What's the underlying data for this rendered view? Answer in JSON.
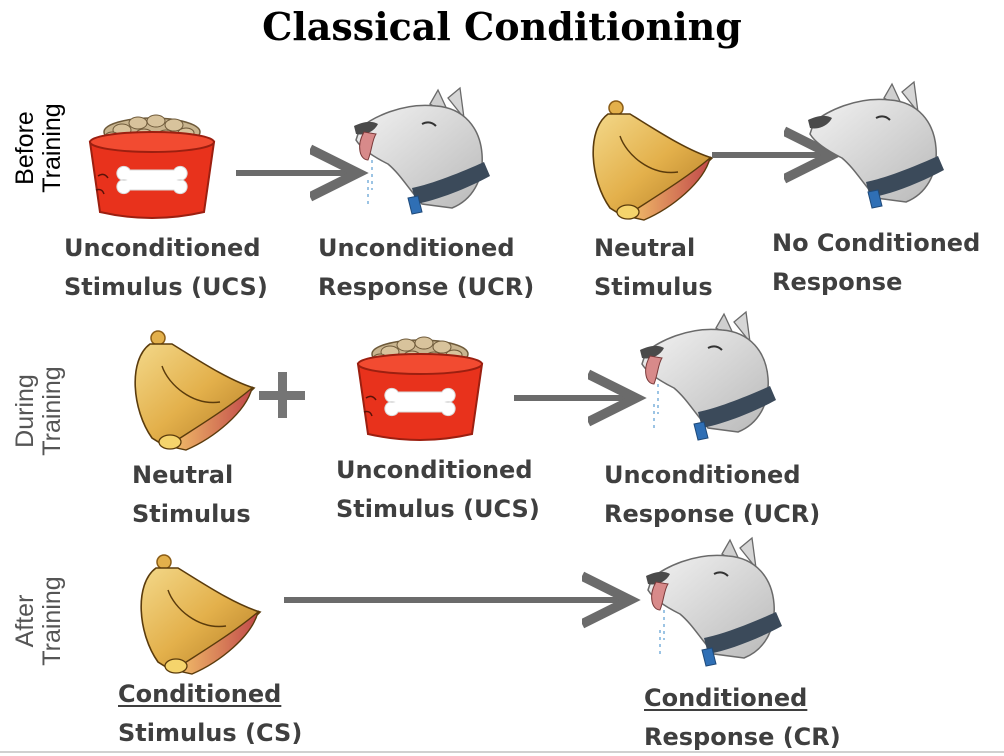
{
  "title": "Classical Conditioning",
  "rows": {
    "before": {
      "label_line1": "Before",
      "label_line2": "Training",
      "ucs": {
        "line1": "Unconditioned",
        "line2": "Stimulus (UCS)"
      },
      "ucr": {
        "line1": "Unconditioned",
        "line2": "Response (UCR)"
      },
      "ns": {
        "line1": "Neutral",
        "line2": "Stimulus"
      },
      "ncr": {
        "line1": "No Conditioned",
        "line2": "Response"
      }
    },
    "during": {
      "label_line1": "During",
      "label_line2": "Training",
      "ns": {
        "line1": "Neutral",
        "line2": "Stimulus"
      },
      "ucs": {
        "line1": "Unconditioned",
        "line2": "Stimulus (UCS)"
      },
      "ucr": {
        "line1": "Unconditioned",
        "line2": "Response (UCR)"
      }
    },
    "after": {
      "label_line1": "After",
      "label_line2": "Training",
      "cs": {
        "line1": "Conditioned",
        "line2": "Stimulus (CS)"
      },
      "cr": {
        "line1": "Conditioned",
        "line2": "Response (CR)"
      }
    }
  },
  "colors": {
    "arrow": "#6b6b6b",
    "bowl": "#e8321c",
    "bell": "#e3b04b",
    "collar": "#3b4a5a",
    "tag": "#2f6fb5"
  }
}
